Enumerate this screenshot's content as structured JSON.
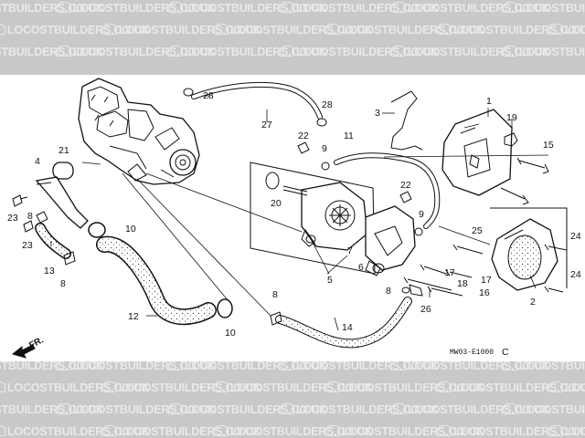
{
  "watermark": {
    "text": "LOCOSTBUILDERS.CO.UK"
  },
  "diagram": {
    "callouts": [
      {
        "id": "n1",
        "text": "1"
      },
      {
        "id": "n2",
        "text": "2"
      },
      {
        "id": "n3",
        "text": "3"
      },
      {
        "id": "n4",
        "text": "4"
      },
      {
        "id": "n5",
        "text": "5"
      },
      {
        "id": "n6",
        "text": "6"
      },
      {
        "id": "n7",
        "text": "7"
      },
      {
        "id": "n8a",
        "text": "8"
      },
      {
        "id": "n8b",
        "text": "8"
      },
      {
        "id": "n8c",
        "text": "8"
      },
      {
        "id": "n8d",
        "text": "8"
      },
      {
        "id": "n9a",
        "text": "9"
      },
      {
        "id": "n9b",
        "text": "9"
      },
      {
        "id": "n10a",
        "text": "10"
      },
      {
        "id": "n10b",
        "text": "10"
      },
      {
        "id": "n11",
        "text": "11"
      },
      {
        "id": "n12",
        "text": "12"
      },
      {
        "id": "n13",
        "text": "13"
      },
      {
        "id": "n14",
        "text": "14"
      },
      {
        "id": "n15",
        "text": "15"
      },
      {
        "id": "n16",
        "text": "16"
      },
      {
        "id": "n17a",
        "text": "17"
      },
      {
        "id": "n17b",
        "text": "17"
      },
      {
        "id": "n18",
        "text": "18"
      },
      {
        "id": "n19",
        "text": "19"
      },
      {
        "id": "n20",
        "text": "20"
      },
      {
        "id": "n21",
        "text": "21"
      },
      {
        "id": "n22a",
        "text": "22"
      },
      {
        "id": "n22b",
        "text": "22"
      },
      {
        "id": "n23a",
        "text": "23"
      },
      {
        "id": "n23b",
        "text": "23"
      },
      {
        "id": "n24a",
        "text": "24"
      },
      {
        "id": "n24b",
        "text": "24"
      },
      {
        "id": "n25",
        "text": "25"
      },
      {
        "id": "n26",
        "text": "26"
      },
      {
        "id": "n28a",
        "text": "28"
      },
      {
        "id": "n28b",
        "text": "28"
      },
      {
        "id": "n27",
        "text": "27"
      }
    ],
    "front_arrow_label": "FR.",
    "drawing_code": "MW03-E1000",
    "drawing_rev": "C"
  }
}
